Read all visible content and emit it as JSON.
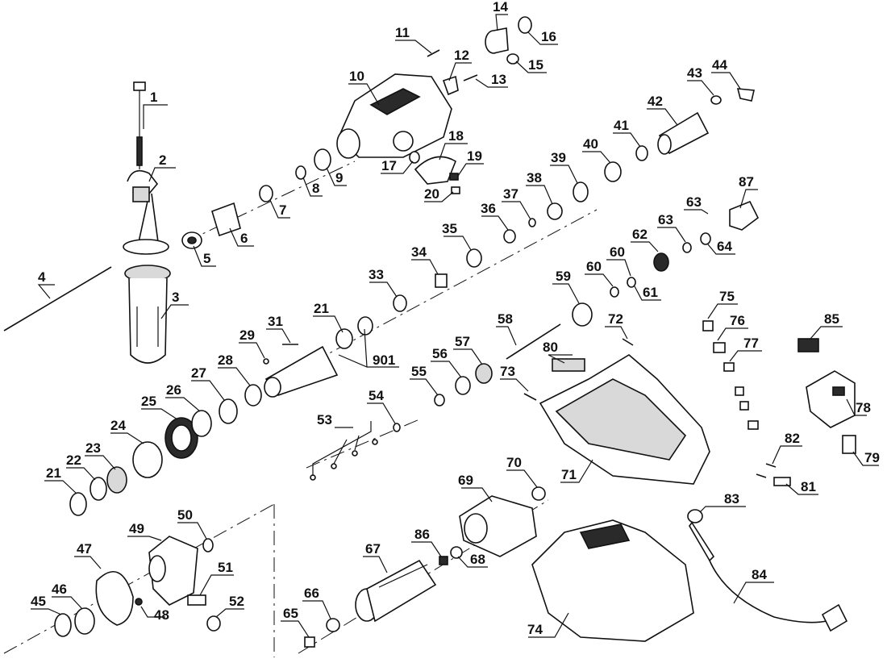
{
  "labels": [
    "1",
    "2",
    "3",
    "4",
    "5",
    "6",
    "7",
    "8",
    "9",
    "10",
    "11",
    "12",
    "13",
    "14",
    "15",
    "16",
    "17",
    "18",
    "19",
    "20",
    "21",
    "21",
    "22",
    "23",
    "24",
    "25",
    "26",
    "27",
    "28",
    "29",
    "31",
    "33",
    "34",
    "35",
    "36",
    "37",
    "38",
    "39",
    "40",
    "41",
    "42",
    "43",
    "44",
    "45",
    "46",
    "47",
    "48",
    "49",
    "50",
    "51",
    "52",
    "53",
    "54",
    "55",
    "56",
    "57",
    "58",
    "59",
    "60",
    "60",
    "61",
    "62",
    "63",
    "63",
    "64",
    "65",
    "66",
    "67",
    "68",
    "69",
    "70",
    "71",
    "72",
    "73",
    "74",
    "75",
    "76",
    "77",
    "78",
    "79",
    "80",
    "81",
    "82",
    "83",
    "84",
    "85",
    "86",
    "87",
    "901"
  ]
}
